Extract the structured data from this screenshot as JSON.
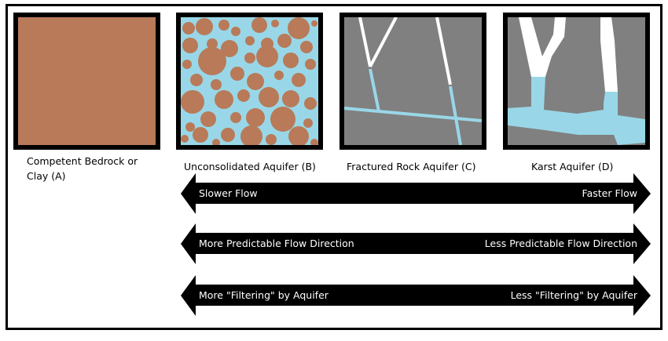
{
  "panels": [
    {
      "id": "A",
      "caption": "Competent Bedrock or Clay (A)",
      "caption_lines": [
        "Competent Bedrock or",
        "Clay (A)"
      ],
      "fill": "#b87a58"
    },
    {
      "id": "B",
      "caption": "Unconsolidated Aquifer (B)",
      "grain_color": "#b87a58",
      "water_color": "#99d7e8"
    },
    {
      "id": "C",
      "caption": "Fractured Rock Aquifer (C)",
      "rock_color": "#808080",
      "water_color": "#99d7e8",
      "dry_color": "#ffffff"
    },
    {
      "id": "D",
      "caption": "Karst Aquifer (D)",
      "rock_color": "#808080",
      "water_color": "#99d7e8",
      "dry_color": "#ffffff"
    }
  ],
  "scales": [
    {
      "left": "Slower Flow",
      "right": "Faster Flow"
    },
    {
      "left": "More Predictable Flow Direction",
      "right": "Less Predictable Flow Direction"
    },
    {
      "left": "More \"Filtering\" by Aquifer",
      "right": "Less \"Filtering\" by Aquifer"
    }
  ],
  "colors": {
    "arrow": "#000000",
    "arrow_text": "#ffffff",
    "frame": "#000000"
  }
}
